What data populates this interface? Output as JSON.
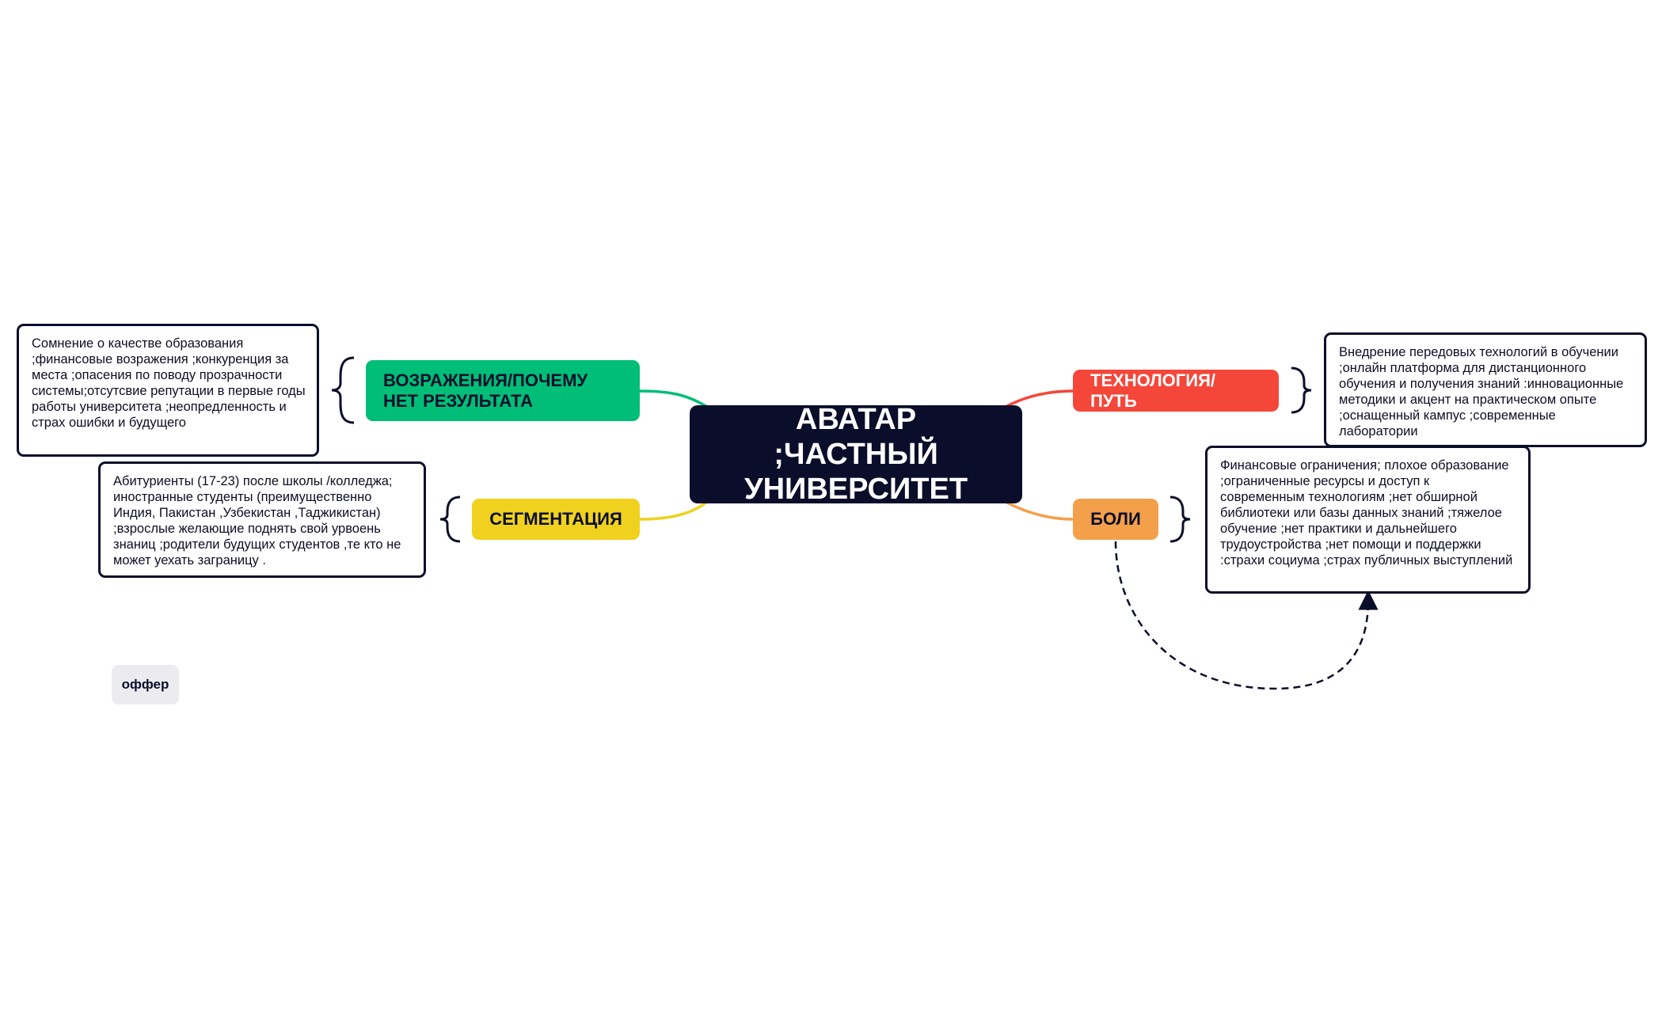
{
  "central": {
    "title": "АВАТАР ;ЧАСТНЫЙ УНИВЕРСИТЕТ"
  },
  "topics": {
    "objections": {
      "label": "ВОЗРАЖЕНИЯ/ПОЧЕМУ НЕТ РЕЗУЛЬТАТА",
      "color": "#00be78"
    },
    "segmentation": {
      "label": "СЕГМЕНТАЦИЯ",
      "color": "#f0d21e"
    },
    "technology": {
      "label": "ТЕХНОЛОГИЯ/ПУТЬ",
      "color": "#f4473a"
    },
    "pains": {
      "label": "БОЛИ",
      "color": "#f4a04a"
    }
  },
  "notes": {
    "objections": "Сомнение о качестве образования ;финансовые возражения ;конкуренция за места ;опасения по поводу прозрачности системы;отсутсвие репутации в первые годы работы университета ;неопредленность и страх ошибки и будущего",
    "segmentation": "Абитуриенты (17-23) после школы /колледжа; иностранные студенты (преимущественно Индия, Пакистан ,Узбекистан ,Таджикистан) ;взрослые желающие поднять свой урвоень знаниц ;родители будущих студентов ,те кто не может уехать заграницу .",
    "technology": "Внедрение передовых технологий в обучении ;онлайн платформа для дистанционного обучения и получения знаний :инновационные методики и акцент на практическом опыте ;оснащенный кампус ;современные лаборатории",
    "pains": "Финансовые ограничения; плохое образование ;ограниченные ресурсы и доступ к современным технологиям ;нет обширной библиотеки или базы данных знаний ;тяжелое обучение ;нет практики и дальнейшего трудоустройства ;нет помощи и поддержки :страхи социума ;страх публичных выступлений"
  },
  "floating": {
    "label": "оффер"
  },
  "colors": {
    "dark": "#0b0e2a",
    "background": "#ffffff"
  }
}
